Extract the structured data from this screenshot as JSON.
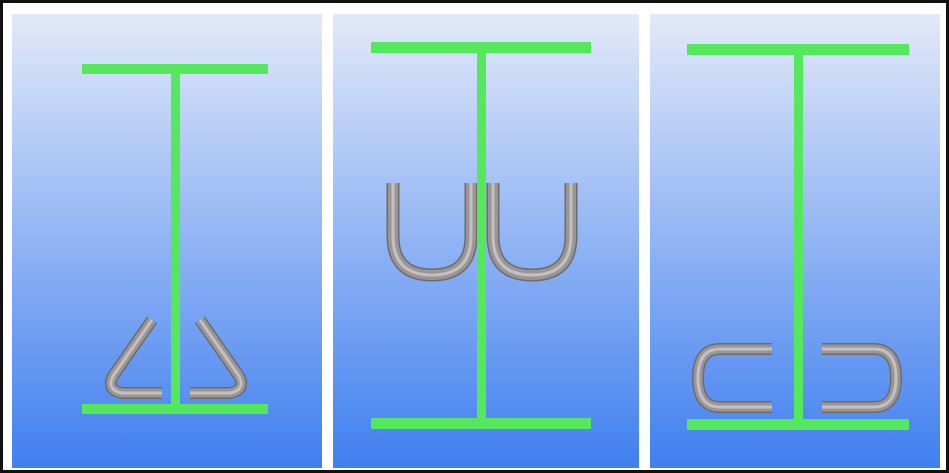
{
  "figure": {
    "panel_count": 3,
    "colors": {
      "frame": "#111111",
      "background_top": "#e3e9f8",
      "background_bottom": "#3f7ff0",
      "i_beam": "#55e85d",
      "bent_bar": "#9a9696",
      "bent_bar_highlight": "#c4c0c0",
      "bent_bar_shadow": "#6f6b6b"
    },
    "panels": [
      {
        "beam": "i-beam",
        "bar_shape": "angled-loop-pair"
      },
      {
        "beam": "i-beam",
        "bar_shape": "u-shape-pair"
      },
      {
        "beam": "i-beam",
        "bar_shape": "c-shape-pair"
      }
    ]
  }
}
